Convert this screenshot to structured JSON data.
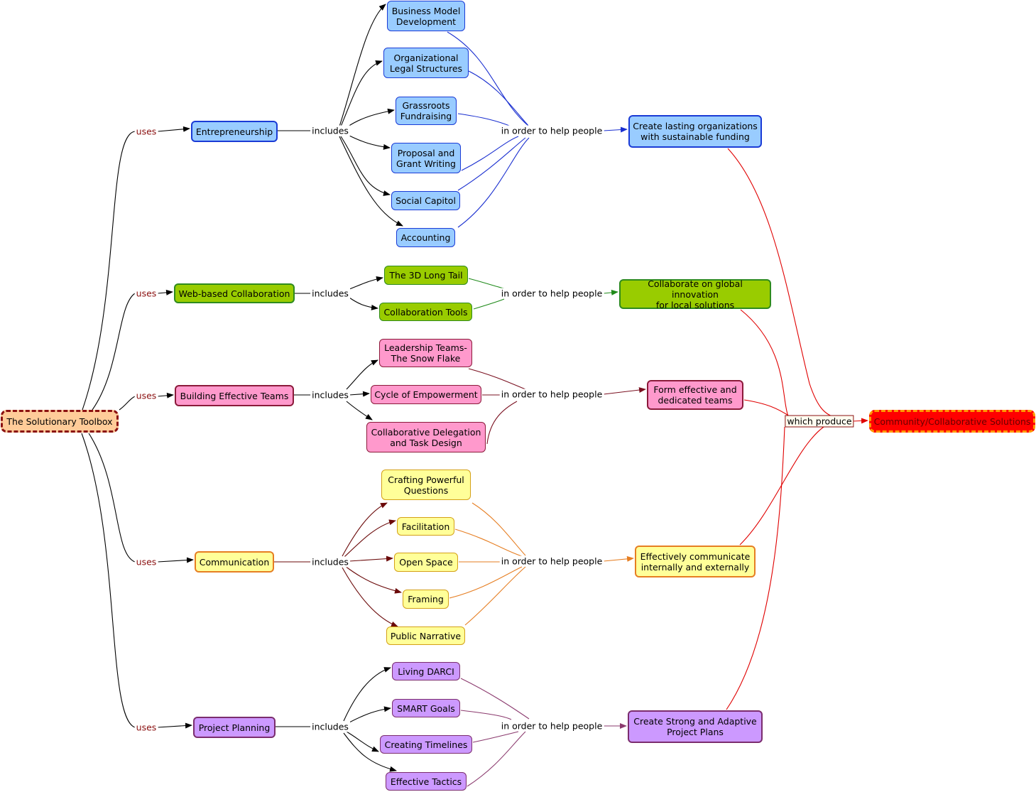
{
  "root": {
    "label": "The Solutionary Toolbox"
  },
  "result": {
    "label": "Community/Collaborative Solutions"
  },
  "link_phrases": {
    "uses": "uses",
    "includes": "includes",
    "in_order": "in order to help people",
    "which_produce": "which produce"
  },
  "colors": {
    "blue": "#1a3bd6",
    "green": "#2e8b1e",
    "pink": "#8b1a3a",
    "yellow": "#e67e22",
    "purple": "#7b2d6e",
    "result": "#e00000",
    "root": "#8b1010"
  },
  "branches": [
    {
      "key": "entrepreneurship",
      "color": "blue",
      "label": "Entrepreneurship",
      "goal": "Create lasting organizations\nwith sustainable funding",
      "items": [
        "Business Model\nDevelopment",
        "Organizational\nLegal Structures",
        "Grassroots\nFundraising",
        "Proposal and\nGrant Writing",
        "Social Capitol",
        "Accounting"
      ]
    },
    {
      "key": "web",
      "color": "green",
      "label": "Web-based Collaboration",
      "goal": "Collaborate on global innovation\nfor local solutions",
      "items": [
        "The 3D Long Tail",
        "Collaboration Tools"
      ]
    },
    {
      "key": "teams",
      "color": "pink",
      "label": "Building Effective Teams",
      "goal": "Form effective and\ndedicated teams",
      "items": [
        "Leadership Teams-\nThe Snow Flake",
        "Cycle of Empowerment",
        "Collaborative Delegation\nand Task Design"
      ]
    },
    {
      "key": "communication",
      "color": "yellow",
      "label": "Communication",
      "goal": "Effectively communicate\ninternally and externally",
      "items": [
        "Crafting Powerful\nQuestions",
        "Facilitation",
        "Open Space",
        "Framing",
        "Public Narrative"
      ]
    },
    {
      "key": "planning",
      "color": "purple",
      "label": "Project Planning",
      "goal": "Create Strong and Adaptive\nProject Plans",
      "items": [
        "Living DARCI",
        "SMART Goals",
        "Creating Timelines",
        "Effective Tactics"
      ]
    }
  ]
}
